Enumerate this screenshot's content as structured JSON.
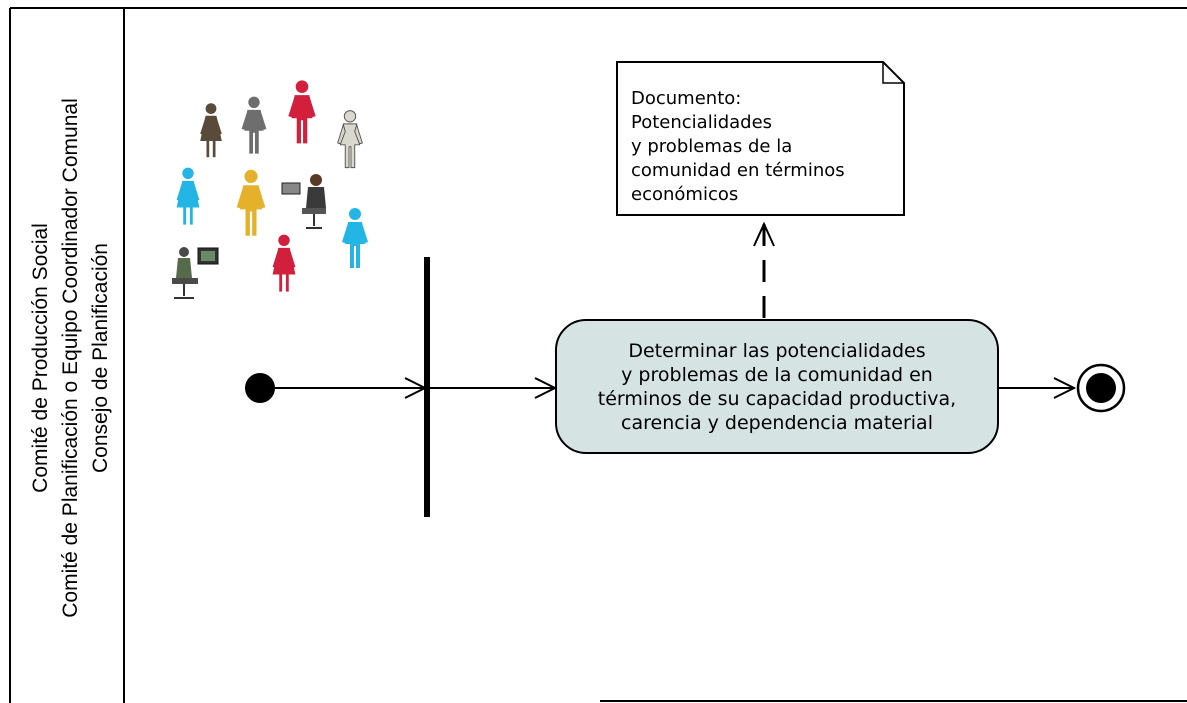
{
  "swimlane": {
    "labels": [
      "Comité de Producción Social",
      "Comité de Planificación o Equipo Coordinador Comunal",
      "Consejo de Planificación"
    ]
  },
  "activity": {
    "lines": [
      "Determinar las potencialidades",
      "y problemas de la comunidad en",
      "términos de su capacidad productiva,",
      "carencia y dependencia material"
    ]
  },
  "note": {
    "lines": [
      "Documento:",
      "Potencialidades",
      "y problemas de la",
      "comunidad en términos",
      "económicos"
    ]
  },
  "colors": {
    "activity_fill": "#d6e3e3",
    "people": [
      "#5a4a3a",
      "#6e6e6e",
      "#d21f3c",
      "#d8d8cc",
      "#22b5e6",
      "#e5b12b",
      "#3a3a3a",
      "#d21f3c",
      "#22b5e6",
      "#4a4a4a"
    ]
  },
  "icons": {
    "actors": [
      "woman-icon",
      "businessman-icon",
      "person-red-icon",
      "person-white-icon",
      "person-blue-icon",
      "person-yellow-icon",
      "person-at-laptop-icon",
      "woman-red-icon",
      "person-blue-icon",
      "person-at-computer-icon"
    ]
  }
}
